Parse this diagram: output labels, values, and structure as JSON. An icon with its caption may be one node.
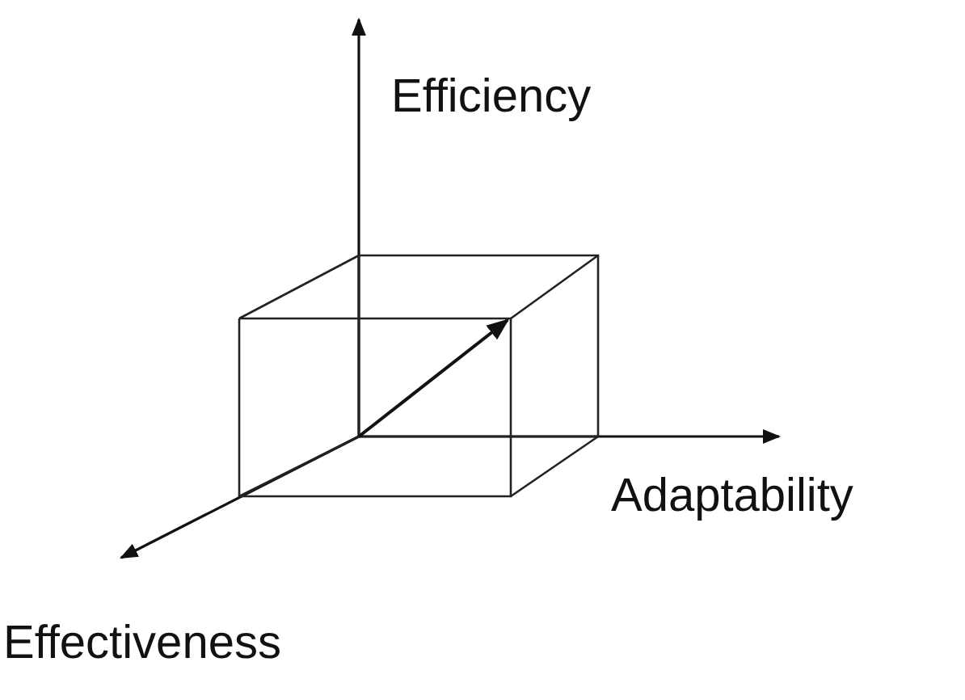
{
  "diagram": {
    "labels": [
      "Efficiency",
      "Adaptability",
      "Effectiveness"
    ]
  }
}
